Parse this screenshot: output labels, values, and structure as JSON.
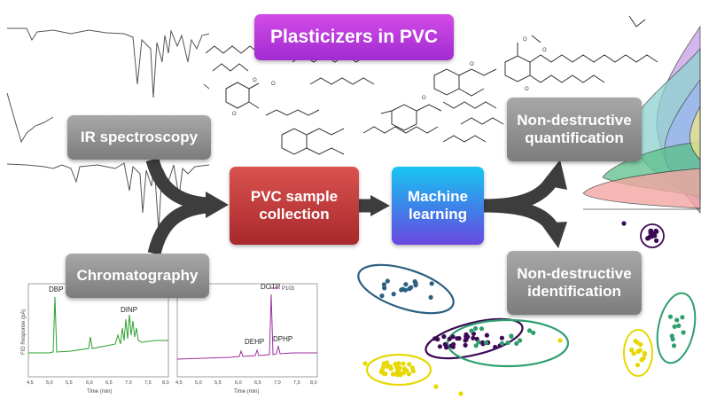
{
  "title": "Plasticizers in PVC",
  "boxes": {
    "ir": "IR spectroscopy",
    "chromatography": "Chromatography",
    "pvc_line1": "PVC sample",
    "pvc_line2": "collection",
    "ml_line1": "Machine",
    "ml_line2": "learning",
    "quant_line1": "Non-destructive",
    "quant_line2": "quantification",
    "ident_line1": "Non-destructive",
    "ident_line2": "identification"
  },
  "chromatogram_left": {
    "ylabel": "FID Response (pA)",
    "xlabel": "Time (min)",
    "x_ticks": [
      "4,5",
      "5,0",
      "5,5",
      "6,0",
      "6,5",
      "7,0",
      "7,5",
      "8,0"
    ],
    "peak_labels": [
      "DBP",
      "DINP"
    ],
    "color": "#2ea02e"
  },
  "chromatogram_right": {
    "xlabel": "Time (min)",
    "x_ticks": [
      "4,5",
      "5,0",
      "5,5",
      "6,0",
      "6,5",
      "7,0",
      "7,5",
      "8,0"
    ],
    "legend": "P103",
    "peak_labels": [
      "DOTP",
      "DEHP",
      "DPHP"
    ],
    "color": "#a030a0"
  },
  "colors": {
    "title_box": "#b93ad9",
    "pvc_box": "#c0392b",
    "ml_box": "#3f7fe8",
    "gray_box": "#8e8e8e",
    "arrow": "#3d3d3d",
    "cluster_purple": "#3b0a55",
    "cluster_green": "#2e9e6e",
    "cluster_blue": "#2b5f80",
    "cluster_yellow": "#e6d800"
  }
}
